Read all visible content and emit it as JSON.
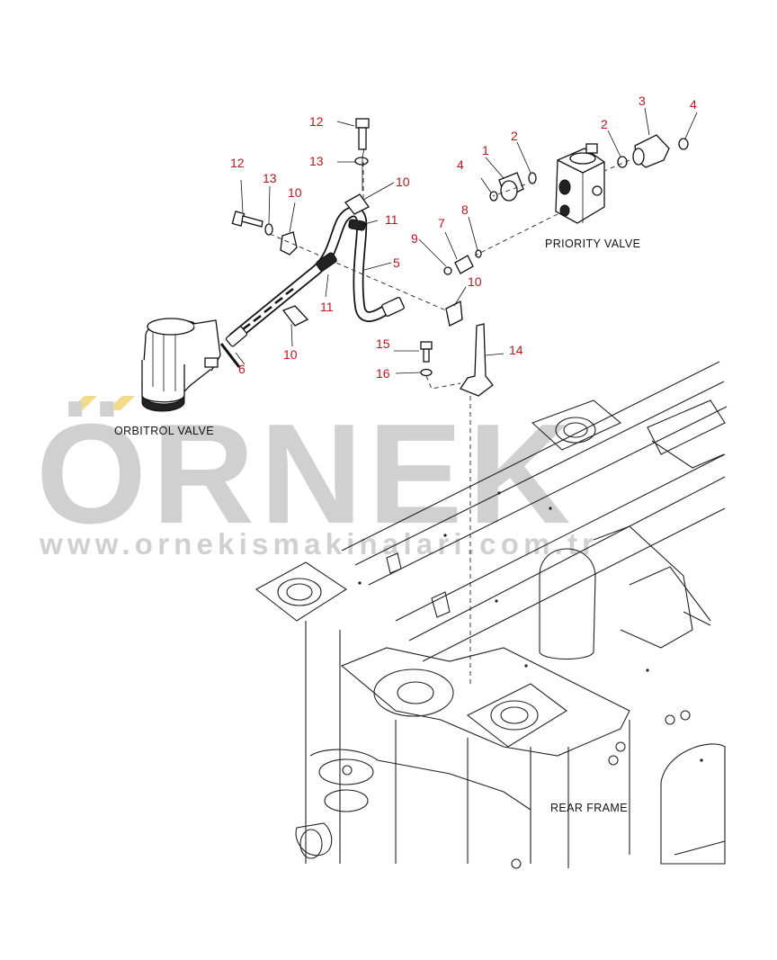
{
  "labels": {
    "priority_valve": "PRIORITY VALVE",
    "orbitrol_valve": "ORBITROL VALVE",
    "rear_frame": "REAR FRAME"
  },
  "callouts": {
    "c1": "1",
    "c2a": "2",
    "c2b": "2",
    "c3": "3",
    "c4a": "4",
    "c4b": "4",
    "c5": "5",
    "c6": "6",
    "c7": "7",
    "c8": "8",
    "c9": "9",
    "c10a": "10",
    "c10b": "10",
    "c10c": "10",
    "c10d": "10",
    "c11a": "11",
    "c11b": "11",
    "c12a": "12",
    "c12b": "12",
    "c13a": "13",
    "c13b": "13",
    "c14": "14",
    "c15": "15",
    "c16": "16"
  },
  "watermark": {
    "brand": "ÖRNEK",
    "url": "www.ornekismakinalari.com.tr"
  },
  "colors": {
    "callout": "#c0141c",
    "watermark": "#d0d0d0",
    "watermark_accent": "#f2dc8c",
    "line": "#111111"
  }
}
